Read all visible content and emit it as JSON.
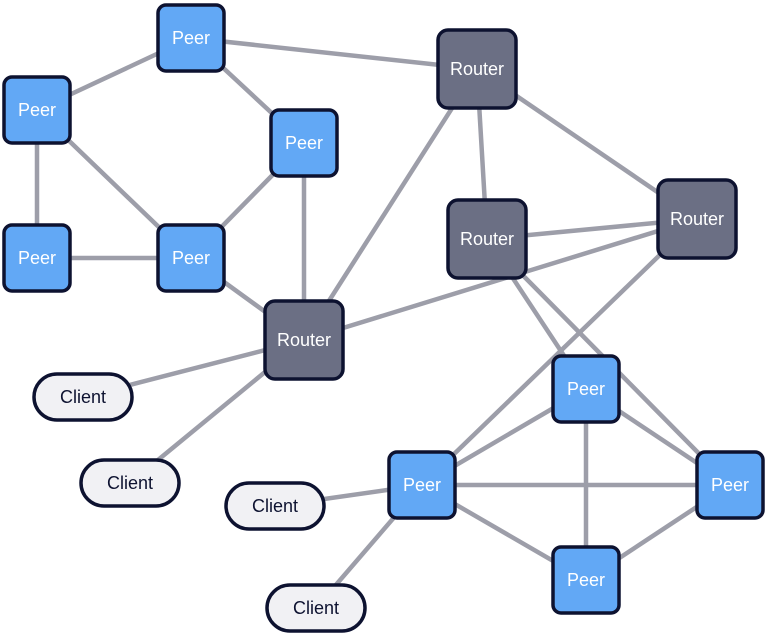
{
  "colors": {
    "peer_fill": "#62a8f5",
    "router_fill": "#6b6f84",
    "client_fill": "#f1f1f4",
    "stroke": "#0d1230",
    "edge": "#9d9ea9"
  },
  "nodes": [
    {
      "id": "peer-1",
      "type": "peer",
      "label": "Peer"
    },
    {
      "id": "peer-2",
      "type": "peer",
      "label": "Peer"
    },
    {
      "id": "peer-3",
      "type": "peer",
      "label": "Peer"
    },
    {
      "id": "peer-4",
      "type": "peer",
      "label": "Peer"
    },
    {
      "id": "peer-5",
      "type": "peer",
      "label": "Peer"
    },
    {
      "id": "router-1",
      "type": "router",
      "label": "Router"
    },
    {
      "id": "router-2",
      "type": "router",
      "label": "Router"
    },
    {
      "id": "router-3",
      "type": "router",
      "label": "Router"
    },
    {
      "id": "router-4",
      "type": "router",
      "label": "Router"
    },
    {
      "id": "client-1",
      "type": "client",
      "label": "Client"
    },
    {
      "id": "client-2",
      "type": "client",
      "label": "Client"
    },
    {
      "id": "peer-6",
      "type": "peer",
      "label": "Peer"
    },
    {
      "id": "peer-7",
      "type": "peer",
      "label": "Peer"
    },
    {
      "id": "peer-8",
      "type": "peer",
      "label": "Peer"
    },
    {
      "id": "peer-9",
      "type": "peer",
      "label": "Peer"
    },
    {
      "id": "client-3",
      "type": "client",
      "label": "Client"
    },
    {
      "id": "client-4",
      "type": "client",
      "label": "Client"
    }
  ],
  "edges": [
    [
      "peer-1",
      "peer-2"
    ],
    [
      "peer-1",
      "peer-3"
    ],
    [
      "peer-1",
      "router-1"
    ],
    [
      "peer-2",
      "peer-4"
    ],
    [
      "peer-2",
      "peer-5"
    ],
    [
      "peer-4",
      "peer-5"
    ],
    [
      "peer-3",
      "peer-5"
    ],
    [
      "peer-3",
      "router-4"
    ],
    [
      "peer-5",
      "router-4"
    ],
    [
      "router-1",
      "router-2"
    ],
    [
      "router-1",
      "router-3"
    ],
    [
      "router-1",
      "router-4"
    ],
    [
      "router-2",
      "router-3"
    ],
    [
      "router-2",
      "router-4"
    ],
    [
      "router-2",
      "peer-7"
    ],
    [
      "router-3",
      "peer-6"
    ],
    [
      "router-3",
      "peer-8"
    ],
    [
      "router-4",
      "client-1"
    ],
    [
      "router-4",
      "client-2"
    ],
    [
      "peer-6",
      "peer-7"
    ],
    [
      "peer-6",
      "peer-8"
    ],
    [
      "peer-6",
      "peer-9"
    ],
    [
      "peer-7",
      "peer-8"
    ],
    [
      "peer-7",
      "peer-9"
    ],
    [
      "peer-8",
      "peer-9"
    ],
    [
      "peer-7",
      "client-3"
    ],
    [
      "peer-7",
      "client-4"
    ]
  ]
}
